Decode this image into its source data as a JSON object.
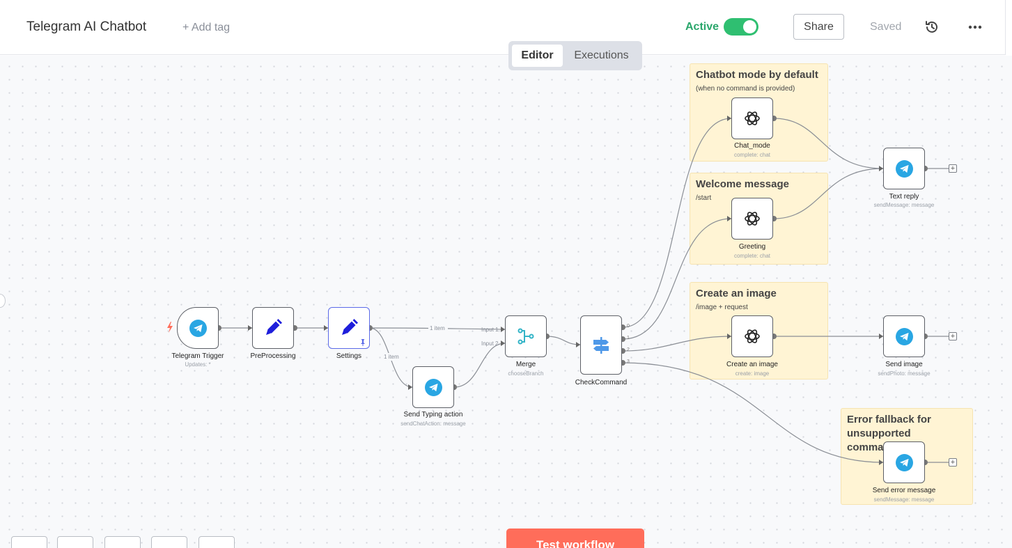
{
  "header": {
    "title": "Telegram AI Chatbot",
    "add_tag": "+ Add tag",
    "active_label": "Active",
    "share_label": "Share",
    "saved_label": "Saved",
    "active_color": "#2fbf71"
  },
  "tabs": {
    "editor": "Editor",
    "executions": "Executions"
  },
  "stickies": {
    "chatbot": {
      "title": "Chatbot mode by default",
      "sub": "(when no command is provided)"
    },
    "welcome": {
      "title": "Welcome message",
      "sub": "/start"
    },
    "image": {
      "title": "Create an image",
      "sub": "/image + request"
    },
    "error": {
      "title": "Error fallback for unsupported commands"
    }
  },
  "nodes": {
    "telegram_trigger": {
      "label": "Telegram Trigger",
      "sub": "Updates: *"
    },
    "preprocessing": {
      "label": "PreProcessing"
    },
    "settings": {
      "label": "Settings"
    },
    "send_typing": {
      "label": "Send Typing action",
      "sub": "sendChatAction: message"
    },
    "merge": {
      "label": "Merge",
      "sub": "chooseBranch"
    },
    "check_command": {
      "label": "CheckCommand"
    },
    "chat_mode": {
      "label": "Chat_mode",
      "sub": "complete: chat"
    },
    "greeting": {
      "label": "Greeting",
      "sub": "complete: chat"
    },
    "create_image": {
      "label": "Create an image",
      "sub": "create: image"
    },
    "text_reply": {
      "label": "Text reply",
      "sub": "sendMessage: message"
    },
    "send_image": {
      "label": "Send image",
      "sub": "sendPhoto: message"
    },
    "send_error": {
      "label": "Send error message",
      "sub": "sendMessage: message"
    }
  },
  "edges": {
    "settings_to_merge": "1 item",
    "settings_to_typing": "1 item",
    "input1": "Input 1",
    "input2": "Input 2"
  },
  "ports": {
    "p0": "0",
    "p1": "1",
    "p2": "2",
    "p3": "3"
  },
  "test_workflow": "Test workflow",
  "icons": {
    "telegram": "telegram-icon",
    "pencil": "pencil-icon",
    "openai": "openai-icon",
    "merge": "merge-icon",
    "switch": "switch-icon"
  }
}
